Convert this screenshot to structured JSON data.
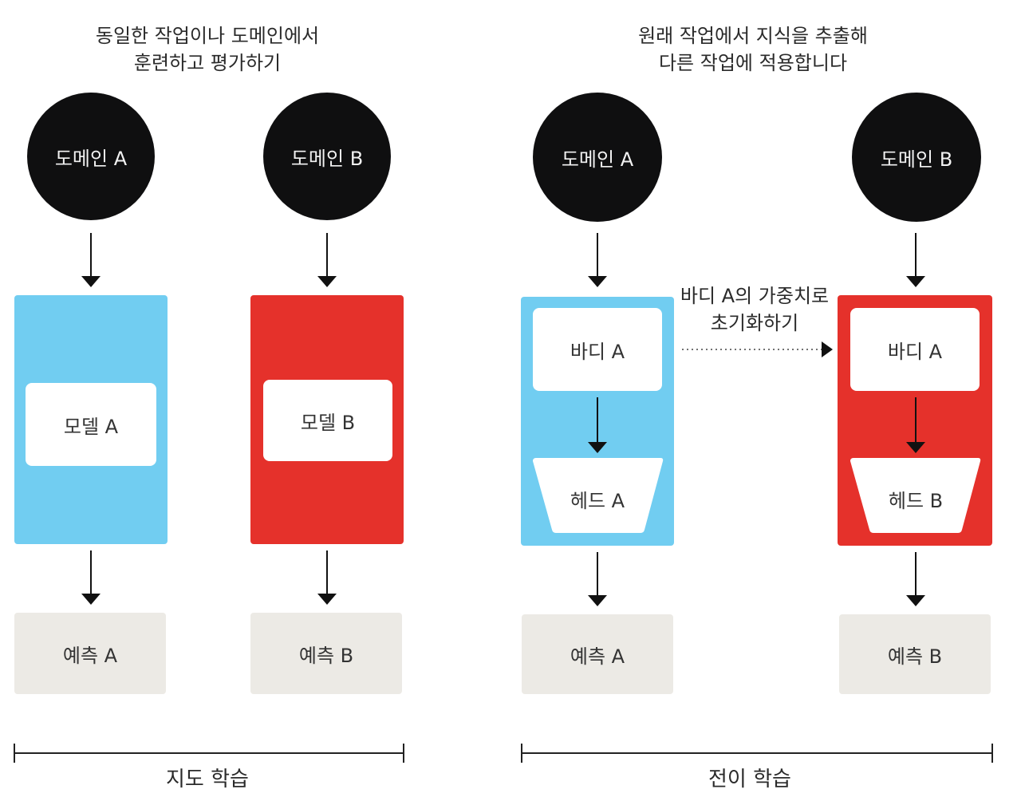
{
  "left_panel": {
    "caption_lines": [
      "동일한 작업이나 도메인에서",
      "훈련하고 평가하기"
    ],
    "domain_a": "도메인 A",
    "domain_b": "도메인 B",
    "model_a": "모델 A",
    "model_b": "모델 B",
    "pred_a": "예측 A",
    "pred_b": "예측 B",
    "footer_label": "지도 학습"
  },
  "right_panel": {
    "caption_lines": [
      "원래 작업에서 지식을 추출해",
      "다른 작업에 적용합니다"
    ],
    "domain_a": "도메인 A",
    "domain_b": "도메인 B",
    "body_a_left": "바디 A",
    "body_a_right": "바디 A",
    "head_a": "헤드 A",
    "head_b": "헤드 B",
    "pred_a": "예측 A",
    "pred_b": "예측 B",
    "transfer_label_lines": [
      "바디 A의 가중치로",
      "초기화하기"
    ],
    "footer_label": "전이 학습"
  },
  "colors": {
    "blue": "#71cdf1",
    "red": "#e5312b",
    "domain_circle": "#0f0f10",
    "prediction_box": "#eceae5"
  }
}
